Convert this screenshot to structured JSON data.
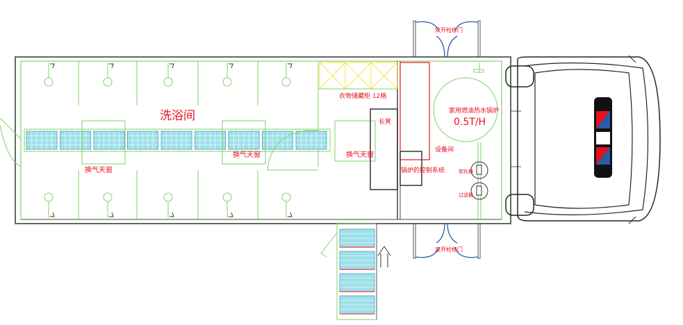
{
  "title": "洗浴车平面布置图",
  "labels": {
    "bath_room": "洗浴间",
    "vent_skylight_1": "换气天窗",
    "vent_skylight_2": "换气天窗",
    "vent_skylight_3": "换气天窗",
    "locker": "衣物储藏柜 12格",
    "bench": "长凳",
    "boiler": "家用燃油热水锅炉",
    "boiler_capacity": "0.5T/H",
    "equipment_room": "设备间",
    "boiler_control": "锅炉的控制系统",
    "softener": "软化器",
    "filter": "过滤器",
    "door_top": "双开检修门",
    "door_bottom": "双开检修门"
  },
  "colors": {
    "outline": "#555555",
    "green": "#7dd36a",
    "red": "#e8101c",
    "cyan": "#9fe0ea",
    "blue": "#2a5aa8",
    "yellow": "#f2e640"
  }
}
